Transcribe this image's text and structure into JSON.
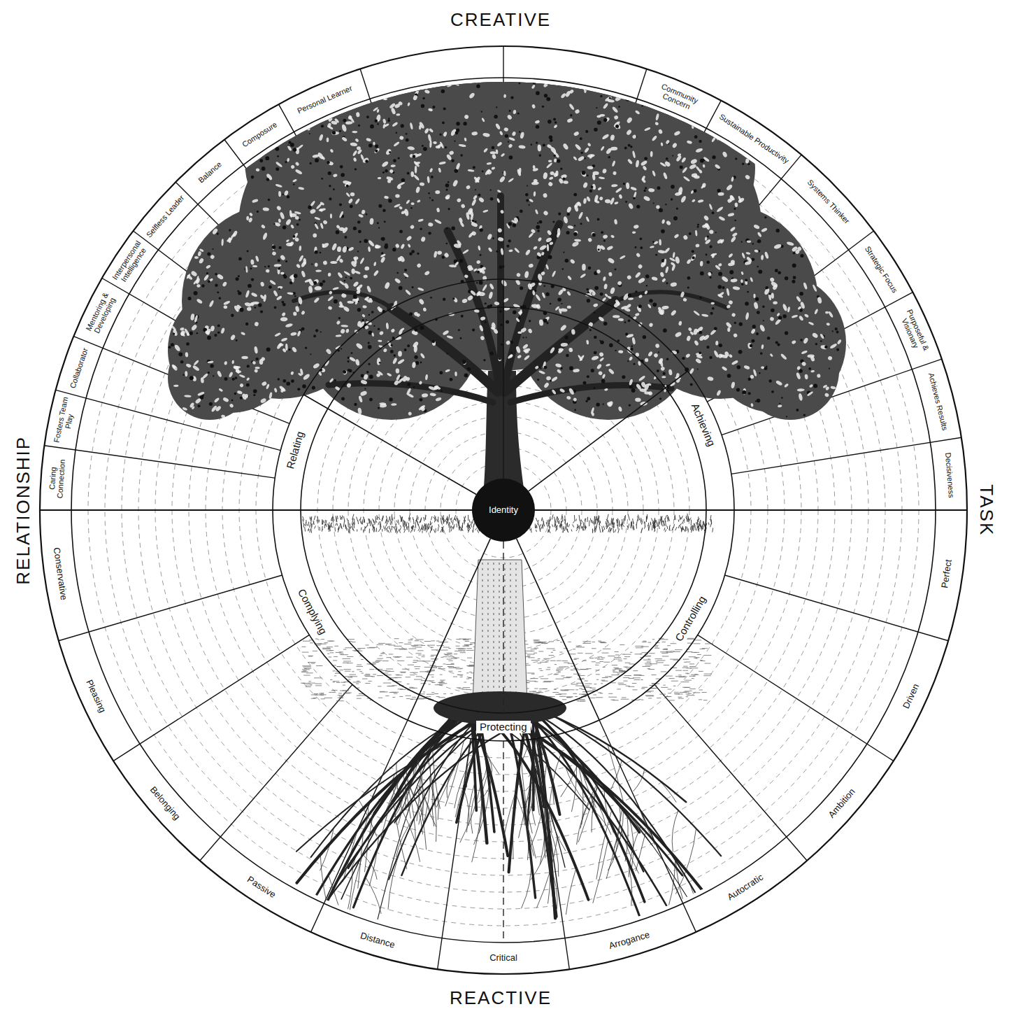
{
  "diagram": {
    "nodes": [
      {
        "text": [
          "Caring Connection"
        ]
      },
      {
        "text": [
          "Fosters Team Play"
        ]
      },
      {
        "text": [
          "Collaborator"
        ]
      },
      {
        "text": [
          "Mentoring & Developing"
        ]
      },
      {
        "text": [
          "Interpersonal Intelligence"
        ]
      },
      {
        "text": [
          "Selfless Leader"
        ]
      },
      {
        "text": [
          "Balance"
        ]
      },
      {
        "text": [
          "Composure"
        ]
      },
      {
        "text": [
          "Personal Learner"
        ]
      },
      {
        "text": [
          "Community Concern"
        ]
      },
      {
        "text": [
          "Sustainable Productivity"
        ]
      },
      {
        "text": [
          "Systems Thinker"
        ]
      },
      {
        "text": [
          "Strategic Focus"
        ]
      },
      {
        "text": [
          "Purposeful & Visionary"
        ]
      },
      {
        "text": [
          "Achieves Results"
        ]
      },
      {
        "text": [
          "Decisiveness"
        ]
      },
      {
        "text": [
          "Relating"
        ]
      },
      {
        "text": [
          "Achieving"
        ]
      },
      {
        "text": [
          "Identity"
        ]
      },
      {
        "text": [
          "Complying"
        ]
      },
      {
        "text": [
          "Protecting"
        ]
      },
      {
        "text": [
          "Controlling"
        ]
      },
      {
        "text": [
          "Conservative"
        ]
      },
      {
        "text": [
          "Pleasing"
        ]
      },
      {
        "text": [
          "Belonging"
        ]
      },
      {
        "text": [
          "Passive"
        ]
      },
      {
        "text": [
          "Distance"
        ]
      },
      {
        "text": [
          "Critical"
        ]
      },
      {
        "text": [
          "Arrogance"
        ]
      },
      {
        "text": [
          "Autocratic"
        ]
      },
      {
        "text": [
          "Ambition"
        ]
      },
      {
        "text": [
          "Driven"
        ]
      },
      {
        "text": [
          "Perfect"
        ]
      }
    ],
    "labels": [
      "CREATIVE",
      "RELATIONSHIP",
      "TASK",
      "REACTIVE"
    ]
  }
}
